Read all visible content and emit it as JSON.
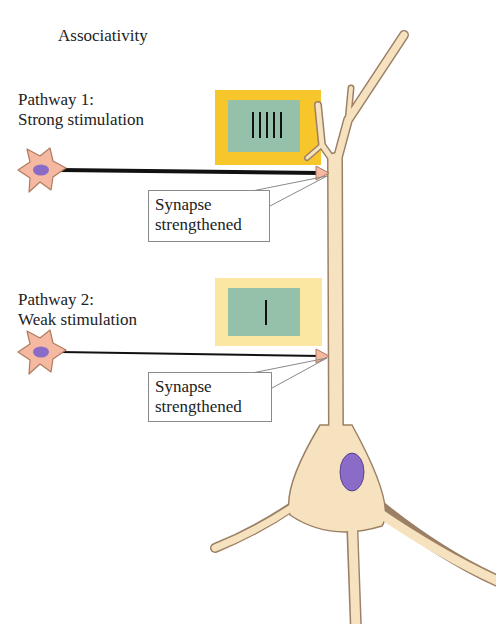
{
  "diagram": {
    "title": "Associativity",
    "nodes": [
      {
        "text": [
          "Synapse strengthened"
        ]
      },
      {
        "text": [
          "Synapse strengthened"
        ]
      }
    ],
    "labels": [
      "Pathway 1: Strong stimulation",
      "Pathway 2: Weak stimulation"
    ]
  }
}
